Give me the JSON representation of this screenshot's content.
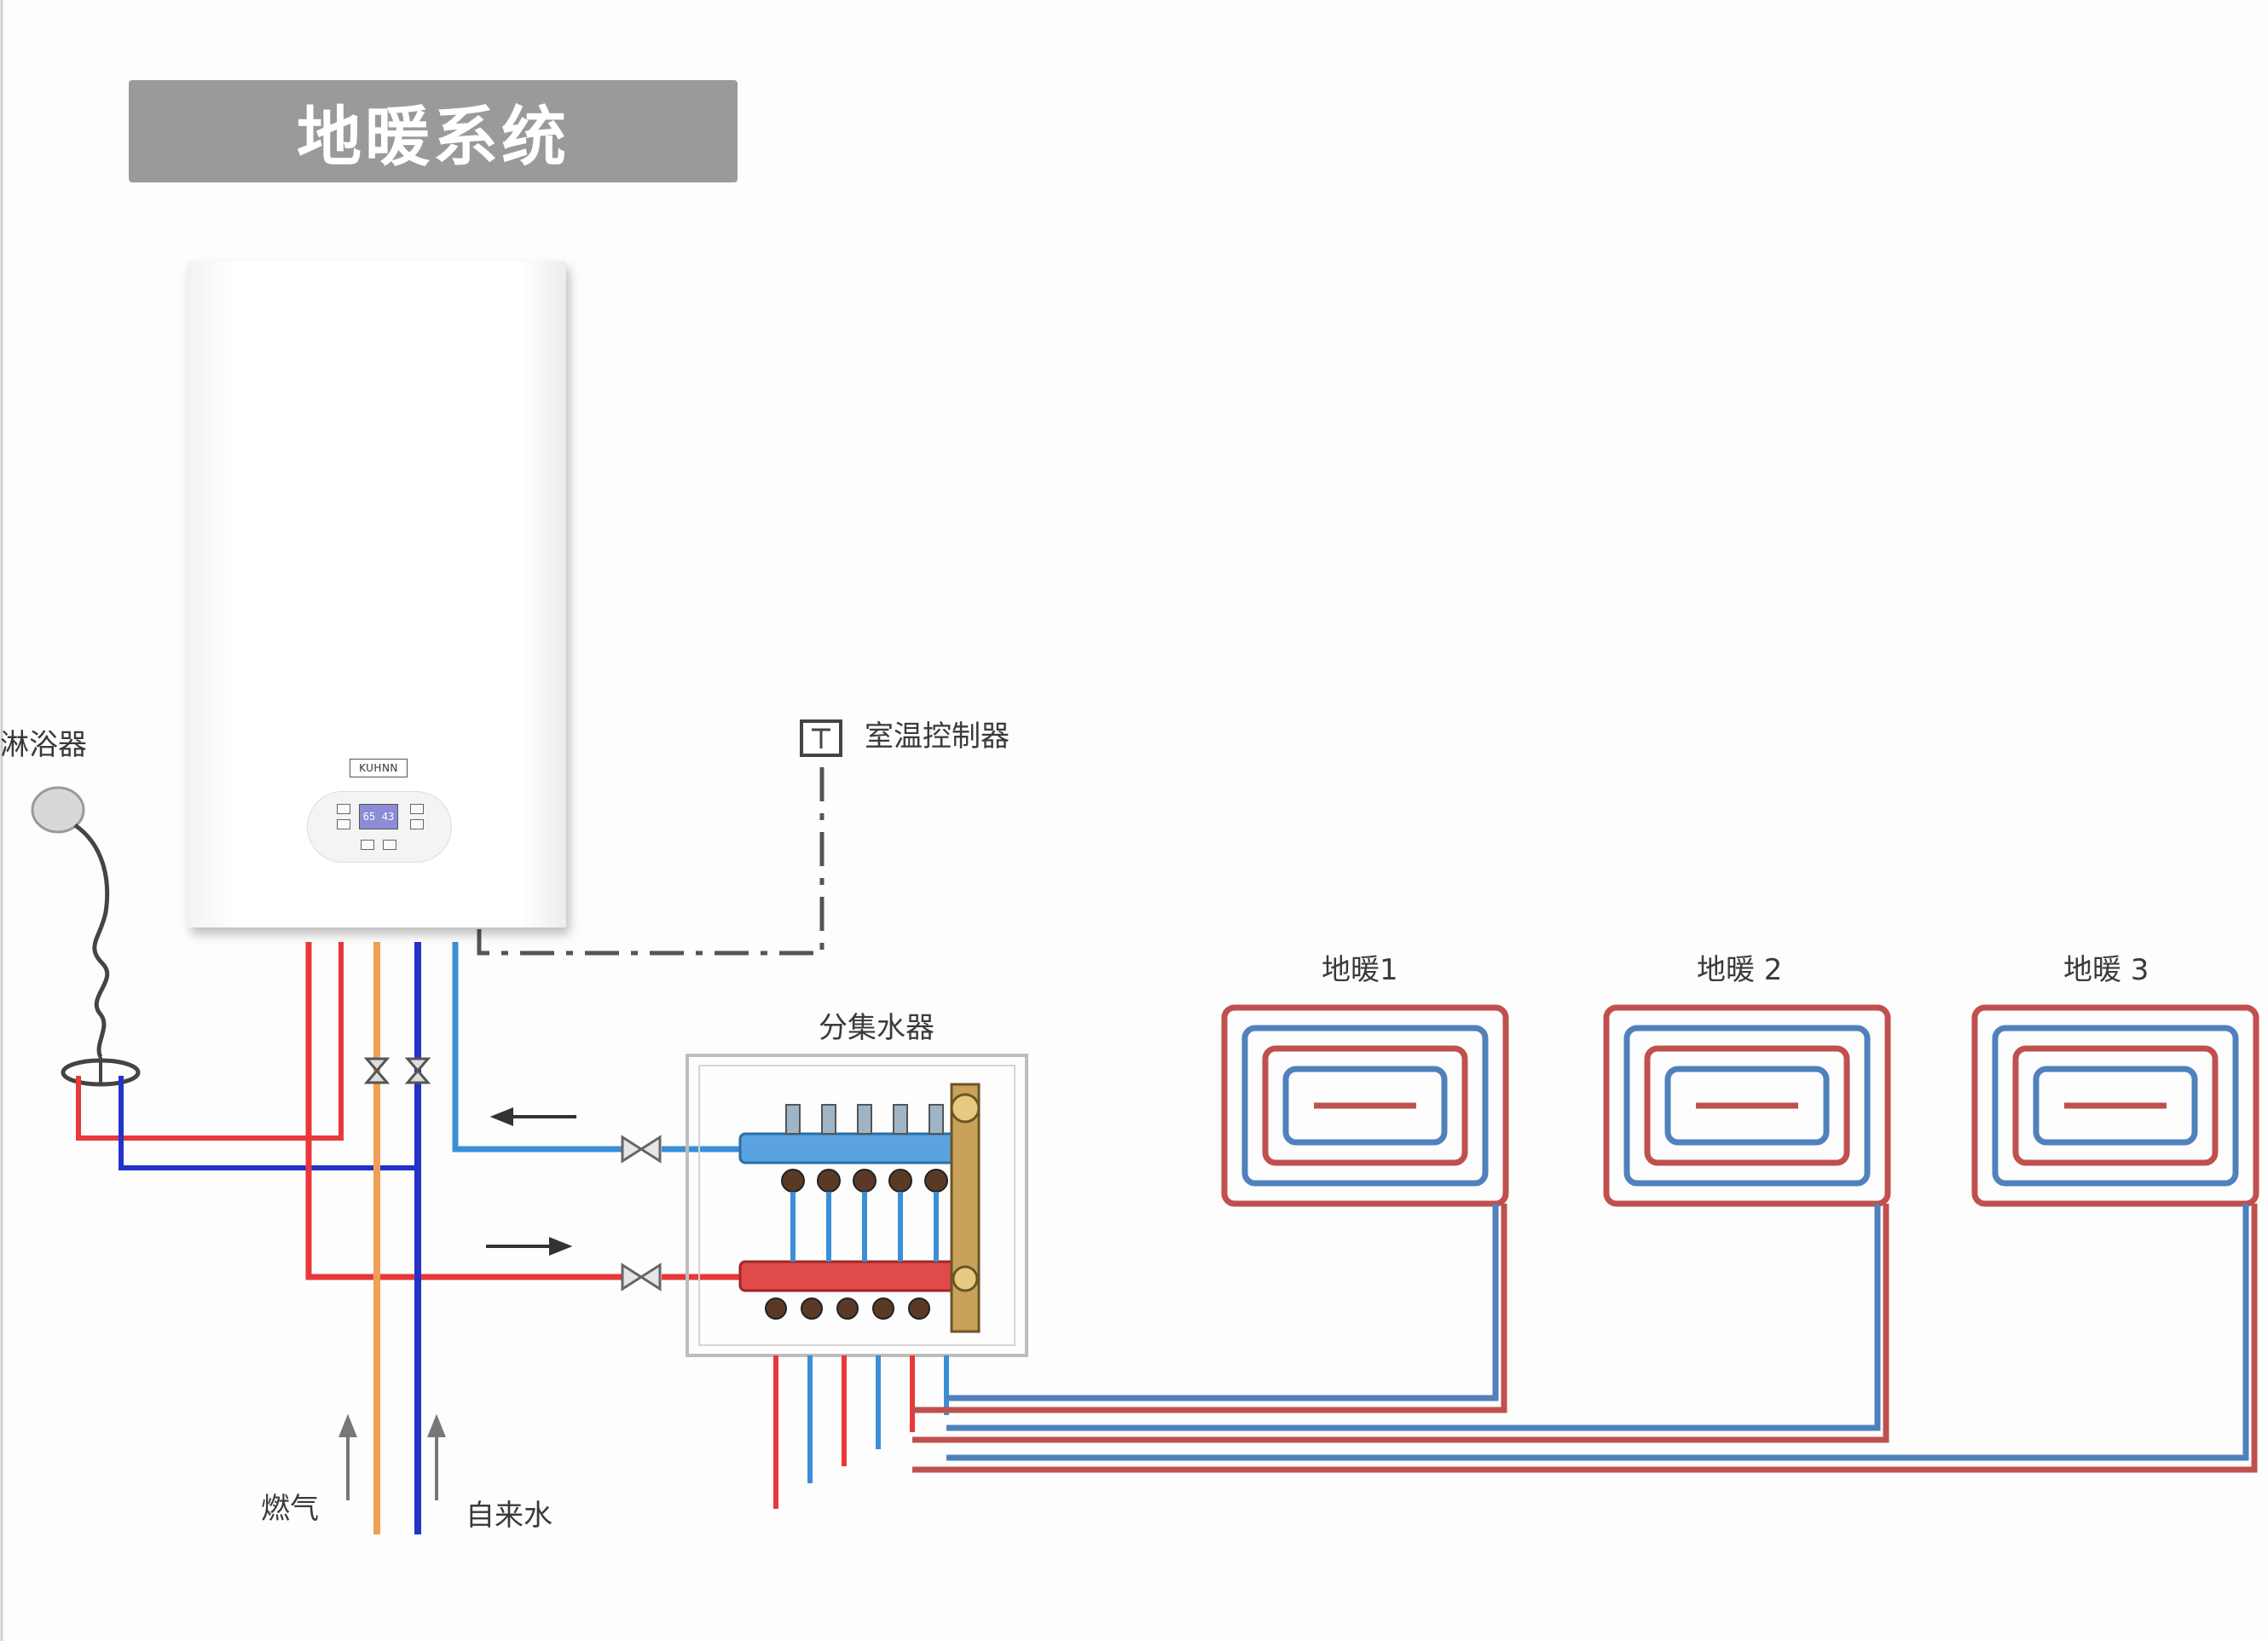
{
  "title": "地暖系统",
  "boiler": {
    "brand": "KUHNN",
    "display_left": "65",
    "display_right": "43"
  },
  "labels": {
    "shower": "淋浴器",
    "thermostat": "室温控制器",
    "manifold": "分集水器",
    "gas": "燃气",
    "tap_water": "自来水",
    "loops": [
      "地暖1",
      "地暖 2",
      "地暖 3"
    ]
  },
  "colors": {
    "hot_pipe": "#e8383a",
    "cold_pipe": "#3a8fd8",
    "tap_water_pipe": "#2233c8",
    "gas_pipe": "#f0a055",
    "loop_supply": "#c0504d",
    "loop_return": "#4f81bd"
  }
}
